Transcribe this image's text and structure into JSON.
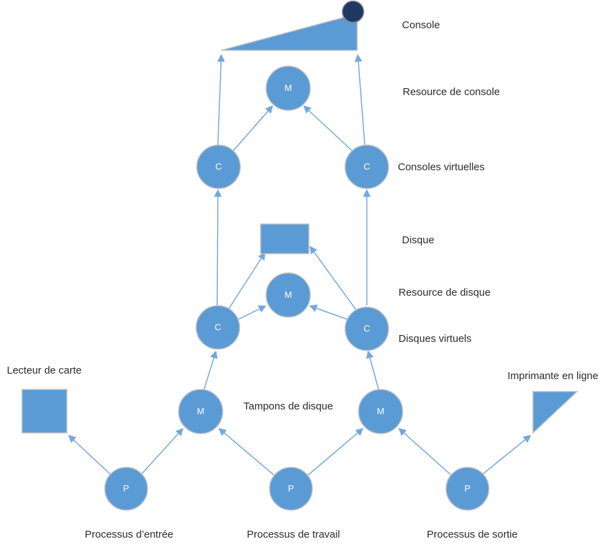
{
  "labels": {
    "console": "Console",
    "resource_console": "Resource de console",
    "consoles_virtuelles": "Consoles virtuelles",
    "disque": "Disque",
    "resource_disque": "Resource de disque",
    "disques_virtuels": "Disques virtuels",
    "tampons_disque": "Tampons de disque",
    "lecteur_carte": "Lecteur de carte",
    "imprimante_en_ligne": "Imprimante en ligne",
    "processus_entree": "Processus d’entrée",
    "processus_travail": "Processus de travail",
    "processus_sortie": "Processus de sortie"
  },
  "letters": {
    "m_console": "M",
    "c_console_left": "C",
    "c_console_right": "C",
    "m_disque": "M",
    "c_disque_left": "C",
    "c_disque_right": "C",
    "m_tampon_left": "M",
    "m_tampon_right": "M",
    "p_entree": "P",
    "p_travail": "P",
    "p_sortie": "P"
  },
  "colors": {
    "shape_fill": "#5B9BD5",
    "shape_stroke": "#C2C2C2",
    "dark_circle_fill": "#1F3864",
    "arrow": "#74A7DD",
    "label_text": "#2B2B2B",
    "node_text": "#FFFFFF",
    "background": "#FFFFFF"
  }
}
